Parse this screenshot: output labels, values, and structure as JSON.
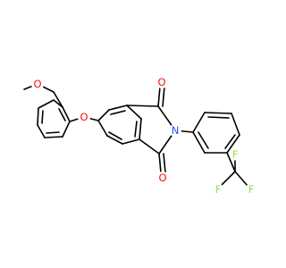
{
  "molecule": {
    "atoms": [
      {
        "id": "O_methoxy",
        "label": "O",
        "color": "#ff0d0d"
      },
      {
        "id": "O_ether",
        "label": "O",
        "color": "#ff0d0d"
      },
      {
        "id": "O_carbonyl_top",
        "label": "O",
        "color": "#ff0d0d"
      },
      {
        "id": "O_carbonyl_bottom",
        "label": "O",
        "color": "#ff0d0d"
      },
      {
        "id": "N_imide",
        "label": "N",
        "color": "#3050f8"
      },
      {
        "id": "F_left",
        "label": "F",
        "color": "#90e050"
      },
      {
        "id": "F_top",
        "label": "F",
        "color": "#90e050"
      },
      {
        "id": "F_right",
        "label": "F",
        "color": "#90e050"
      }
    ]
  }
}
